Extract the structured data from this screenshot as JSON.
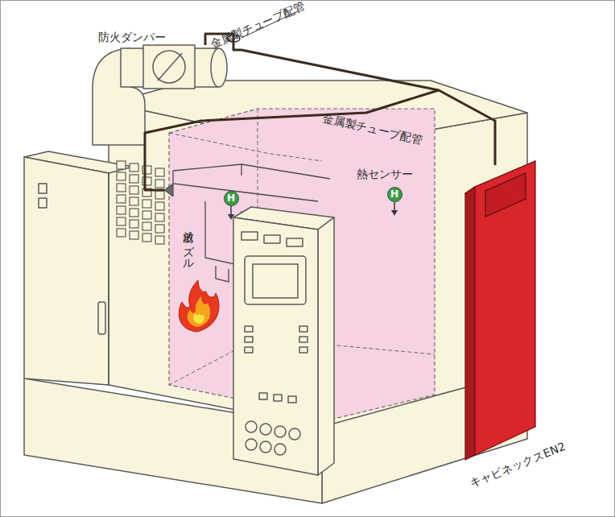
{
  "diagram": {
    "nodes": [
      {
        "text": [
          "H"
        ]
      },
      {
        "text": [
          "H"
        ]
      },
      {
        "text": [
          "キャビネックスEN2"
        ]
      }
    ],
    "labels": [
      "防火ダンパー",
      "金属製チューブ配管",
      "金属製チューブ配管",
      "熱センサー",
      "放出ノズル"
    ]
  }
}
